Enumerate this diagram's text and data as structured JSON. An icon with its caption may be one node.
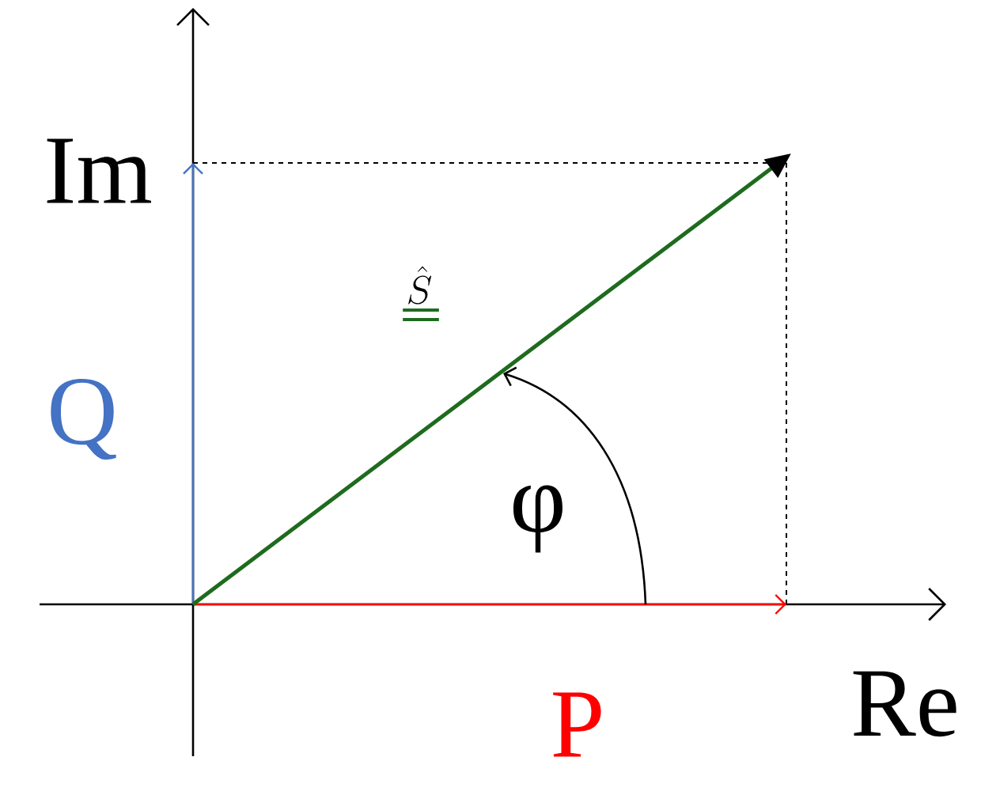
{
  "diagram": {
    "labels": [
      "Im",
      "Q",
      "\\hat{S}",
      "φ",
      "P",
      "Re"
    ]
  }
}
